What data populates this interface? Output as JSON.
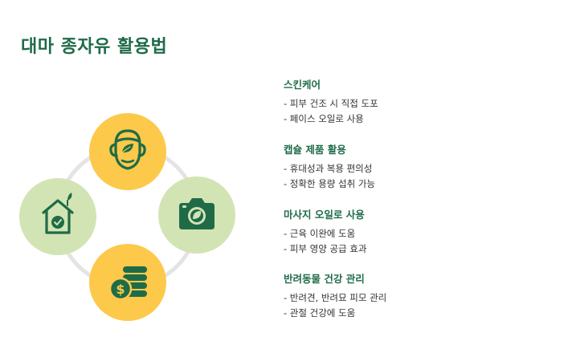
{
  "page": {
    "title": "대마 종자유 활용법"
  },
  "colors": {
    "title_green": "#1f6b48",
    "icon_green": "#1f6b48",
    "yellow": "#fcc94a",
    "light_green": "#d3e4b4",
    "ring_gray": "#e4e4e4",
    "text_dark": "#333333"
  },
  "diagram": {
    "nodes": [
      {
        "position": "top",
        "icon": "face-leaf-icon",
        "fill": "yellow"
      },
      {
        "position": "right",
        "icon": "camera-leaf-icon",
        "fill": "light_green"
      },
      {
        "position": "bottom",
        "icon": "coins-dollar-icon",
        "fill": "yellow"
      },
      {
        "position": "left",
        "icon": "home-check-icon",
        "fill": "light_green"
      }
    ]
  },
  "sections": [
    {
      "title": "스킨케어",
      "items": [
        "- 피부 건조 시 직접 도포",
        "- 페이스 오일로 사용"
      ]
    },
    {
      "title": "캡슐 제품 활용",
      "items": [
        "- 휴대성과 복용 편의성",
        "- 정확한 용량 섭취 가능"
      ]
    },
    {
      "title": "마사지 오일로 사용",
      "items": [
        "- 근육 이완에 도움",
        "- 피부 영양 공급 효과"
      ]
    },
    {
      "title": "반려동물 건강 관리",
      "items": [
        "- 반려견, 반려묘 피모 관리",
        "- 관절 건강에 도움"
      ]
    }
  ]
}
